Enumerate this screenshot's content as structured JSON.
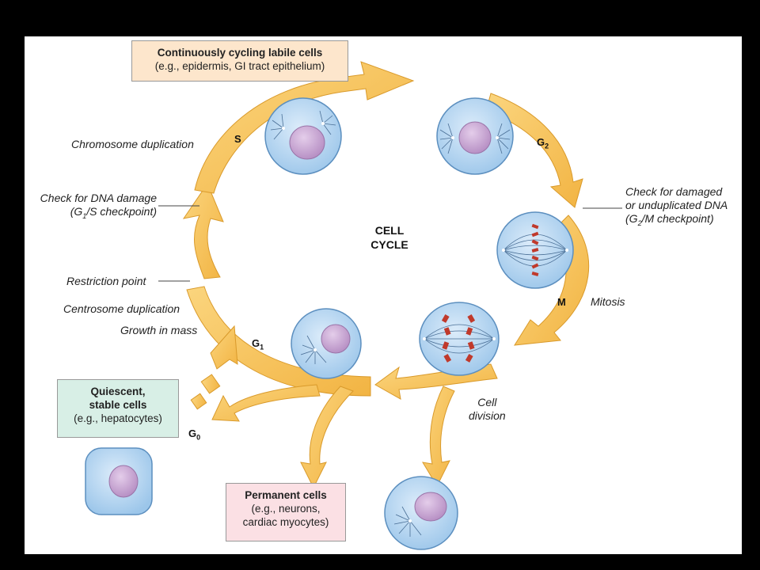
{
  "center_title": [
    "CELL",
    "CYCLE"
  ],
  "phases": {
    "s": "S",
    "g2": "G",
    "g2_sub": "2",
    "m": "M",
    "g1": "G",
    "g1_sub": "1",
    "g0": "G",
    "g0_sub": "0"
  },
  "labels": {
    "chromosome_duplication": "Chromosome duplication",
    "check_dna_damage_1": "Check for DNA damage",
    "check_dna_damage_2a": "(G",
    "check_dna_damage_2sub": "1",
    "check_dna_damage_2b": "/S checkpoint)",
    "restriction_point": "Restriction point",
    "centrosome_duplication": "Centrosome duplication",
    "growth_in_mass": "Growth in mass",
    "check_damaged_1": "Check for damaged",
    "check_damaged_2": "or unduplicated DNA",
    "check_damaged_3a": "(G",
    "check_damaged_3sub": "2",
    "check_damaged_3b": "/M checkpoint)",
    "mitosis": "Mitosis",
    "cell_division_1": "Cell",
    "cell_division_2": "division"
  },
  "boxes": {
    "labile": {
      "title": "Continuously cycling labile cells",
      "sub": "(e.g., epidermis, GI tract epithelium)",
      "color": "#fde6cc"
    },
    "quiescent": {
      "title1": "Quiescent,",
      "title2": "stable cells",
      "sub": "(e.g., hepatocytes)",
      "color": "#d8efe6"
    },
    "permanent": {
      "title": "Permanent cells",
      "sub1": "(e.g., neurons,",
      "sub2": "cardiac myocytes)",
      "color": "#fbe0e4"
    }
  },
  "colors": {
    "arrow": "#f7c35a",
    "arrow_edge": "#d99a2b",
    "cell": "#b9d9f3",
    "cell_edge": "#5c8fbf",
    "nucleus": "#c5a0cf",
    "chromosome": "#c0392b"
  }
}
